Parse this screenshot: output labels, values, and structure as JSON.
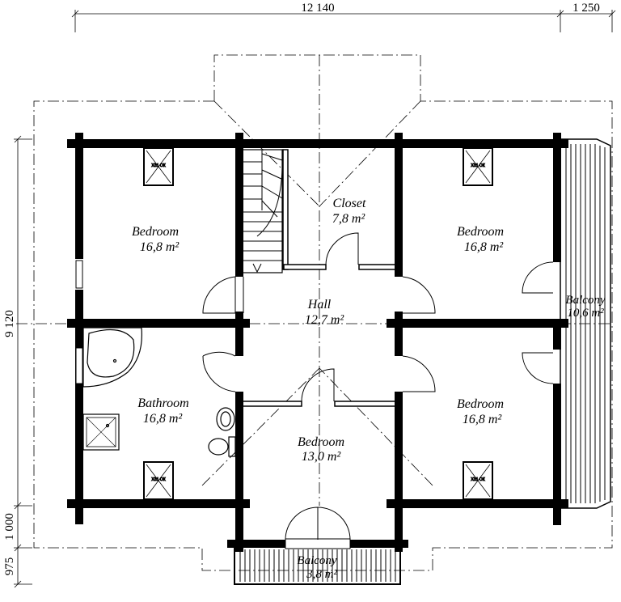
{
  "dimensions": {
    "top_main": "12 140",
    "top_extra": "1 250",
    "left_main": "9 120",
    "left_mid": "1 000",
    "left_bottom": "975"
  },
  "rooms": {
    "bedroom_nw": {
      "name": "Bedroom",
      "area": "16,8 m²"
    },
    "closet": {
      "name": "Closet",
      "area": "7,8 m²"
    },
    "bedroom_ne": {
      "name": "Bedroom",
      "area": "16,8 m²"
    },
    "hall": {
      "name": "Hall",
      "area": "12,7 m²"
    },
    "balcony_east": {
      "name": "Balcony",
      "area": "10,6 m²"
    },
    "bathroom": {
      "name": "Bathroom",
      "area": "16,8 m²"
    },
    "bedroom_se": {
      "name": "Bedroom",
      "area": "16,8 m²"
    },
    "bedroom_s": {
      "name": "Bedroom",
      "area": "13,0 m²"
    },
    "balcony_south": {
      "name": "Balcony",
      "area": "3,8 m²"
    }
  },
  "window_tag": "ХЗ1 ОК"
}
